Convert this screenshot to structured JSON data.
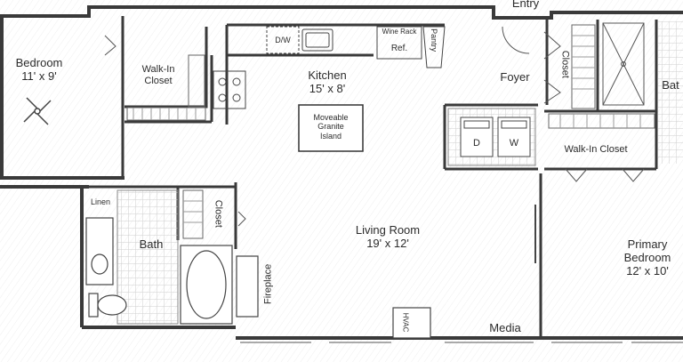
{
  "rooms": {
    "entry": "Entry",
    "bedroom": {
      "name": "Bedroom",
      "size": "11' x 9'"
    },
    "walkin_left": {
      "line1": "Walk-In",
      "line2": "Closet"
    },
    "kitchen": {
      "name": "Kitchen",
      "size": "15' x 8'"
    },
    "dishwasher": "D/W",
    "wine_rack": "Wine Rack",
    "refrigerator": "Ref.",
    "pantry": "Pantry",
    "island": {
      "line1": "Moveable",
      "line2": "Granite",
      "line3": "Island"
    },
    "foyer": "Foyer",
    "closet_foyer": "Closet",
    "bath_right": "Bat",
    "dryer": "D",
    "washer": "W",
    "walkin_right": "Walk-In Closet",
    "linen": "Linen",
    "closet_bath": "Closet",
    "bath": "Bath",
    "living_room": {
      "name": "Living Room",
      "size": "19' x 12'"
    },
    "fireplace": "Fireplace",
    "hvac": "HVAC",
    "media": "Media",
    "primary_bedroom": {
      "line1": "Primary",
      "line2": "Bedroom",
      "size": "12' x 10'"
    }
  },
  "colors": {
    "wall": "#3a3a3a",
    "line": "#555555",
    "tile": "#cfcfcf",
    "bg": "#ffffff"
  }
}
